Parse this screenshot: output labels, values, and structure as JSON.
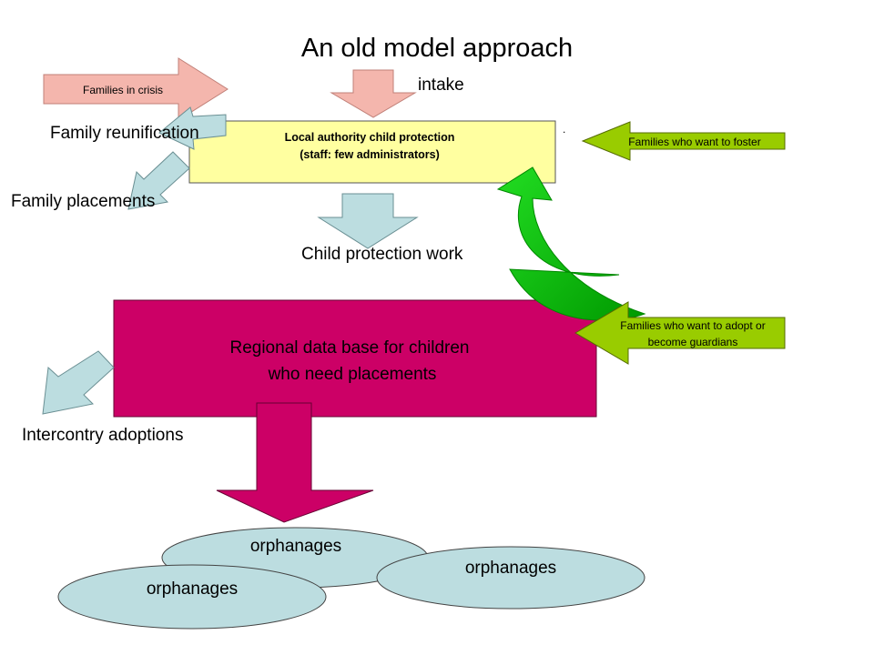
{
  "title": "An old model approach",
  "inputs": {
    "families_in_crisis": "Families in crisis",
    "intake": "intake",
    "families_foster": "Families who want to foster",
    "families_adopt_line1": "Families who want to adopt or",
    "families_adopt_line2": "become guardians"
  },
  "authority_box": {
    "line1": "Local authority child protection",
    "line2": "(staff:  few administrators)",
    "dot": "."
  },
  "outputs": {
    "family_reunification": "Family reunification",
    "family_placements": "Family placements",
    "child_protection_work": "Child protection work",
    "intercountry_adoptions": "Intercontry adoptions"
  },
  "database_box": {
    "line1": "Regional data base for children",
    "line2": "who need placements"
  },
  "orphanages": [
    "orphanages",
    "orphanages",
    "orphanages"
  ],
  "colors": {
    "salmon": "#f4b6ad",
    "light_blue": "#bcdde0",
    "yellow": "#ffffa0",
    "magenta": "#cc0066",
    "lime": "#99cc00",
    "bright_green": "#00cc00",
    "crimson_text": "#c0143c"
  }
}
